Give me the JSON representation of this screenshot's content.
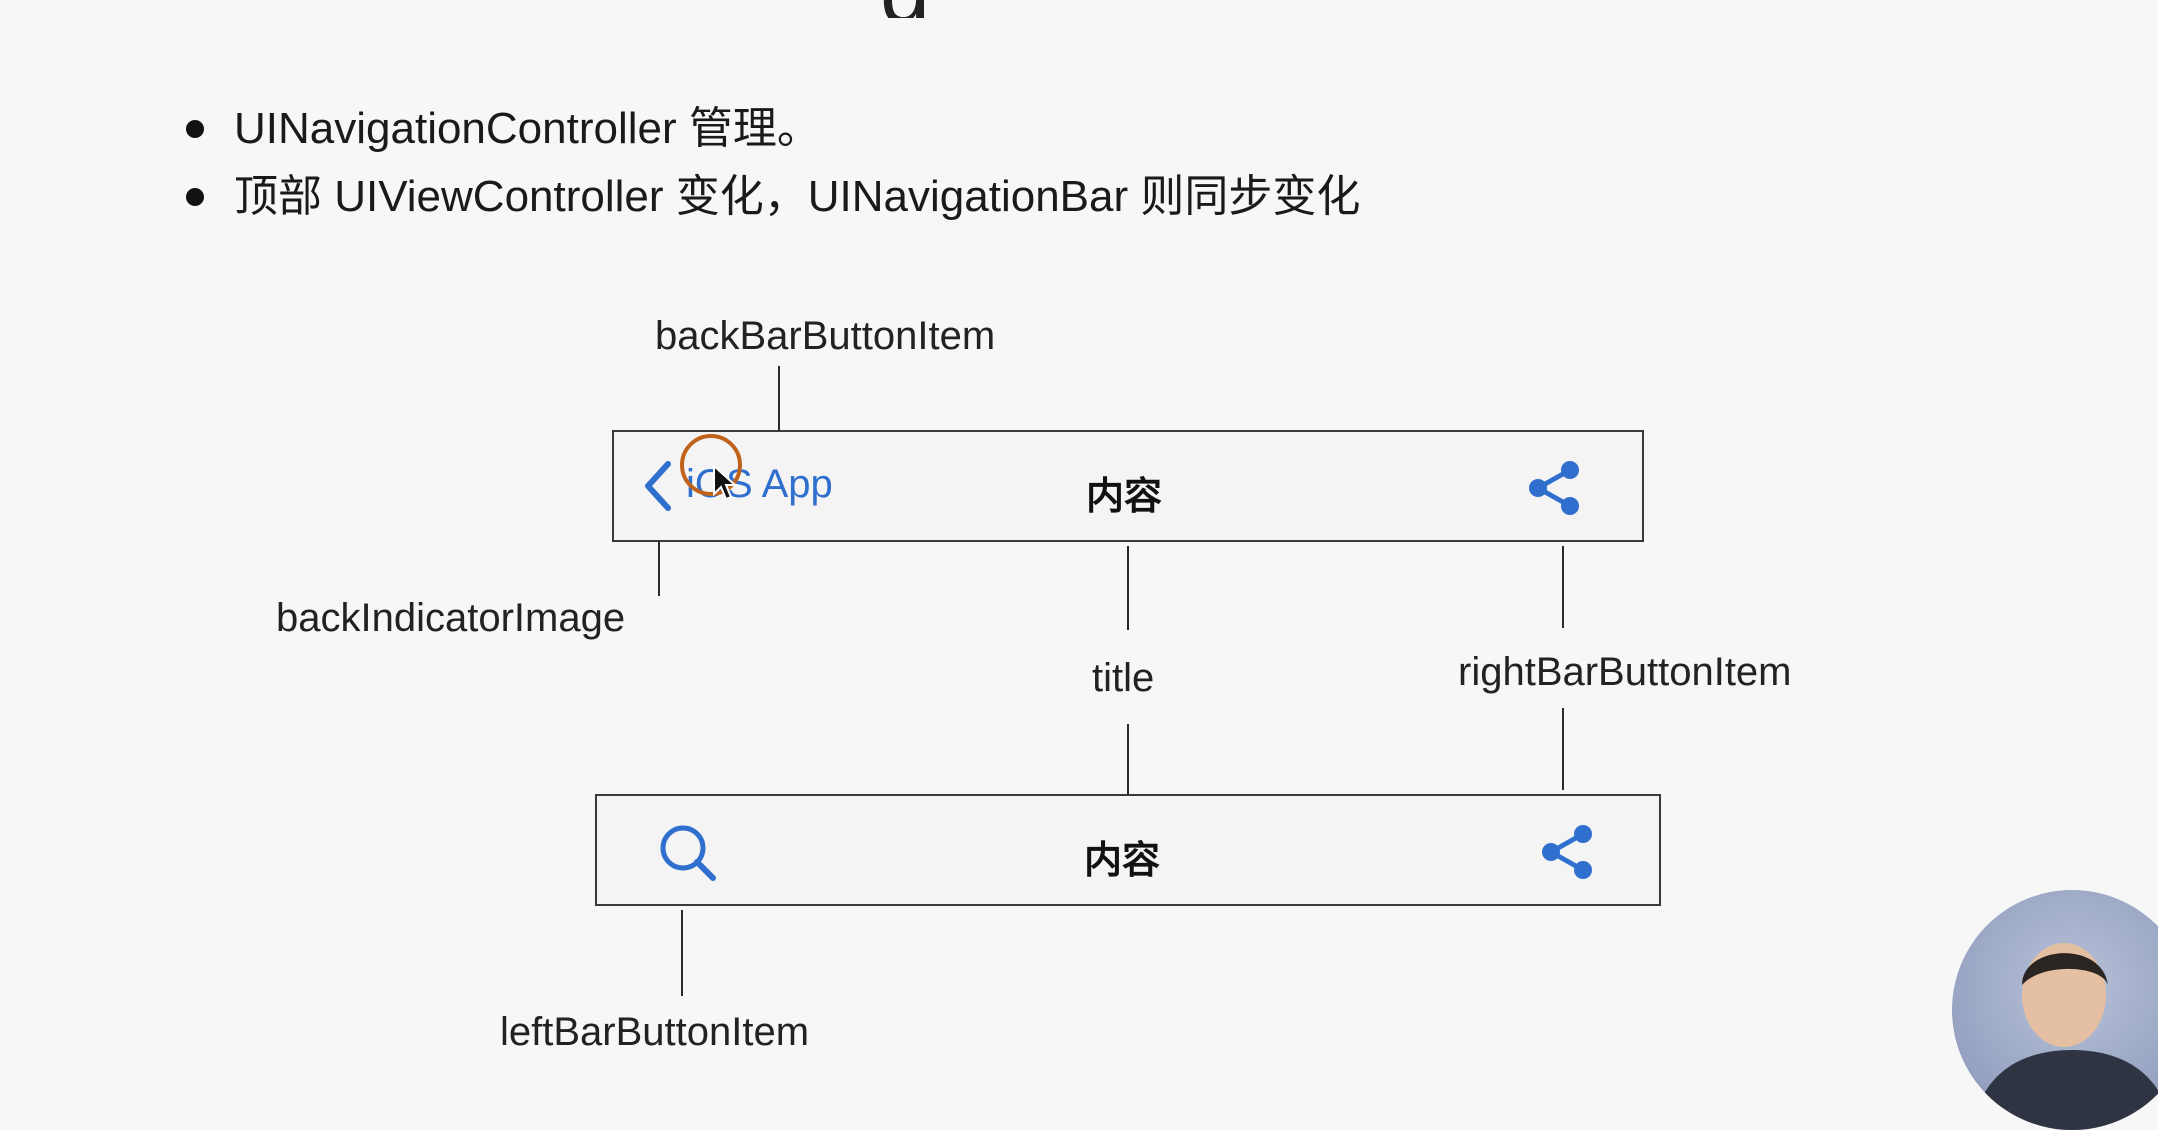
{
  "slide": {
    "title_fragment": "g",
    "bullets": [
      "UINavigationController 管理。",
      "顶部 UIViewController 变化，UINavigationBar 则同步变化"
    ]
  },
  "diagram": {
    "labels": {
      "back_bar_button_item": "backBarButtonItem",
      "back_indicator_image": "backIndicatorImage",
      "title": "title",
      "right_bar_button_item": "rightBarButtonItem",
      "left_bar_button_item": "leftBarButtonItem"
    },
    "top_bar": {
      "back_text": "iOS App",
      "title": "内容",
      "right_icon": "share-icon",
      "back_icon": "chevron-left-icon"
    },
    "bottom_bar": {
      "title": "内容",
      "left_icon": "search-icon",
      "right_icon": "share-icon"
    }
  },
  "colors": {
    "accent": "#2f6fce",
    "cursor_ring": "#c0621c"
  }
}
